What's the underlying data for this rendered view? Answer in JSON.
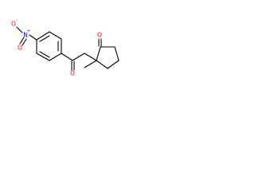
{
  "molecule": {
    "atoms": {
      "nitro_oxygen_minus": {
        "symbol": "O",
        "charge": "-",
        "color": "#ff0000"
      },
      "nitro_nitrogen": {
        "symbol": "N",
        "charge": "+",
        "color": "#0000ff"
      },
      "nitro_oxygen_double": {
        "symbol": "O",
        "color": "#ff0000"
      },
      "ketone_oxygen": {
        "symbol": "O",
        "color": "#ff0000"
      },
      "ring_ketone_oxygen": {
        "symbol": "O",
        "color": "#ff0000"
      }
    },
    "bond_color": "#000000"
  }
}
